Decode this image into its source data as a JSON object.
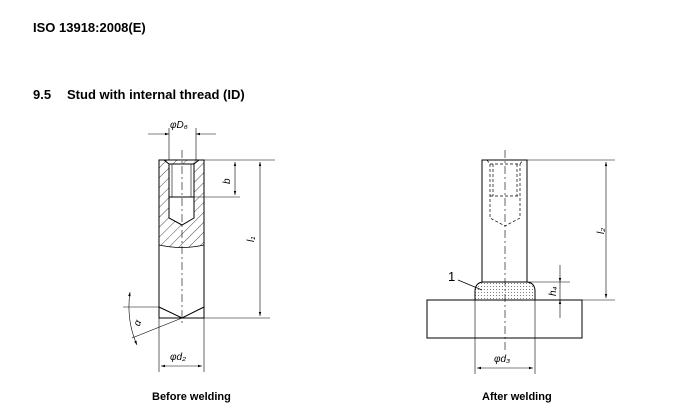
{
  "header": {
    "standard": "ISO 13918:2008(E)"
  },
  "section": {
    "number": "9.5",
    "title": "Stud with internal thread (ID)"
  },
  "figure_before": {
    "caption": "Before welding",
    "labels": {
      "D6": "φD₆",
      "b": "b",
      "l1": "l₁",
      "alpha": "α",
      "d2": "φd₂"
    }
  },
  "figure_after": {
    "caption": "After welding",
    "labels": {
      "l2": "l₂",
      "h4": "h₄",
      "d3": "φd₃",
      "key": "1"
    }
  }
}
